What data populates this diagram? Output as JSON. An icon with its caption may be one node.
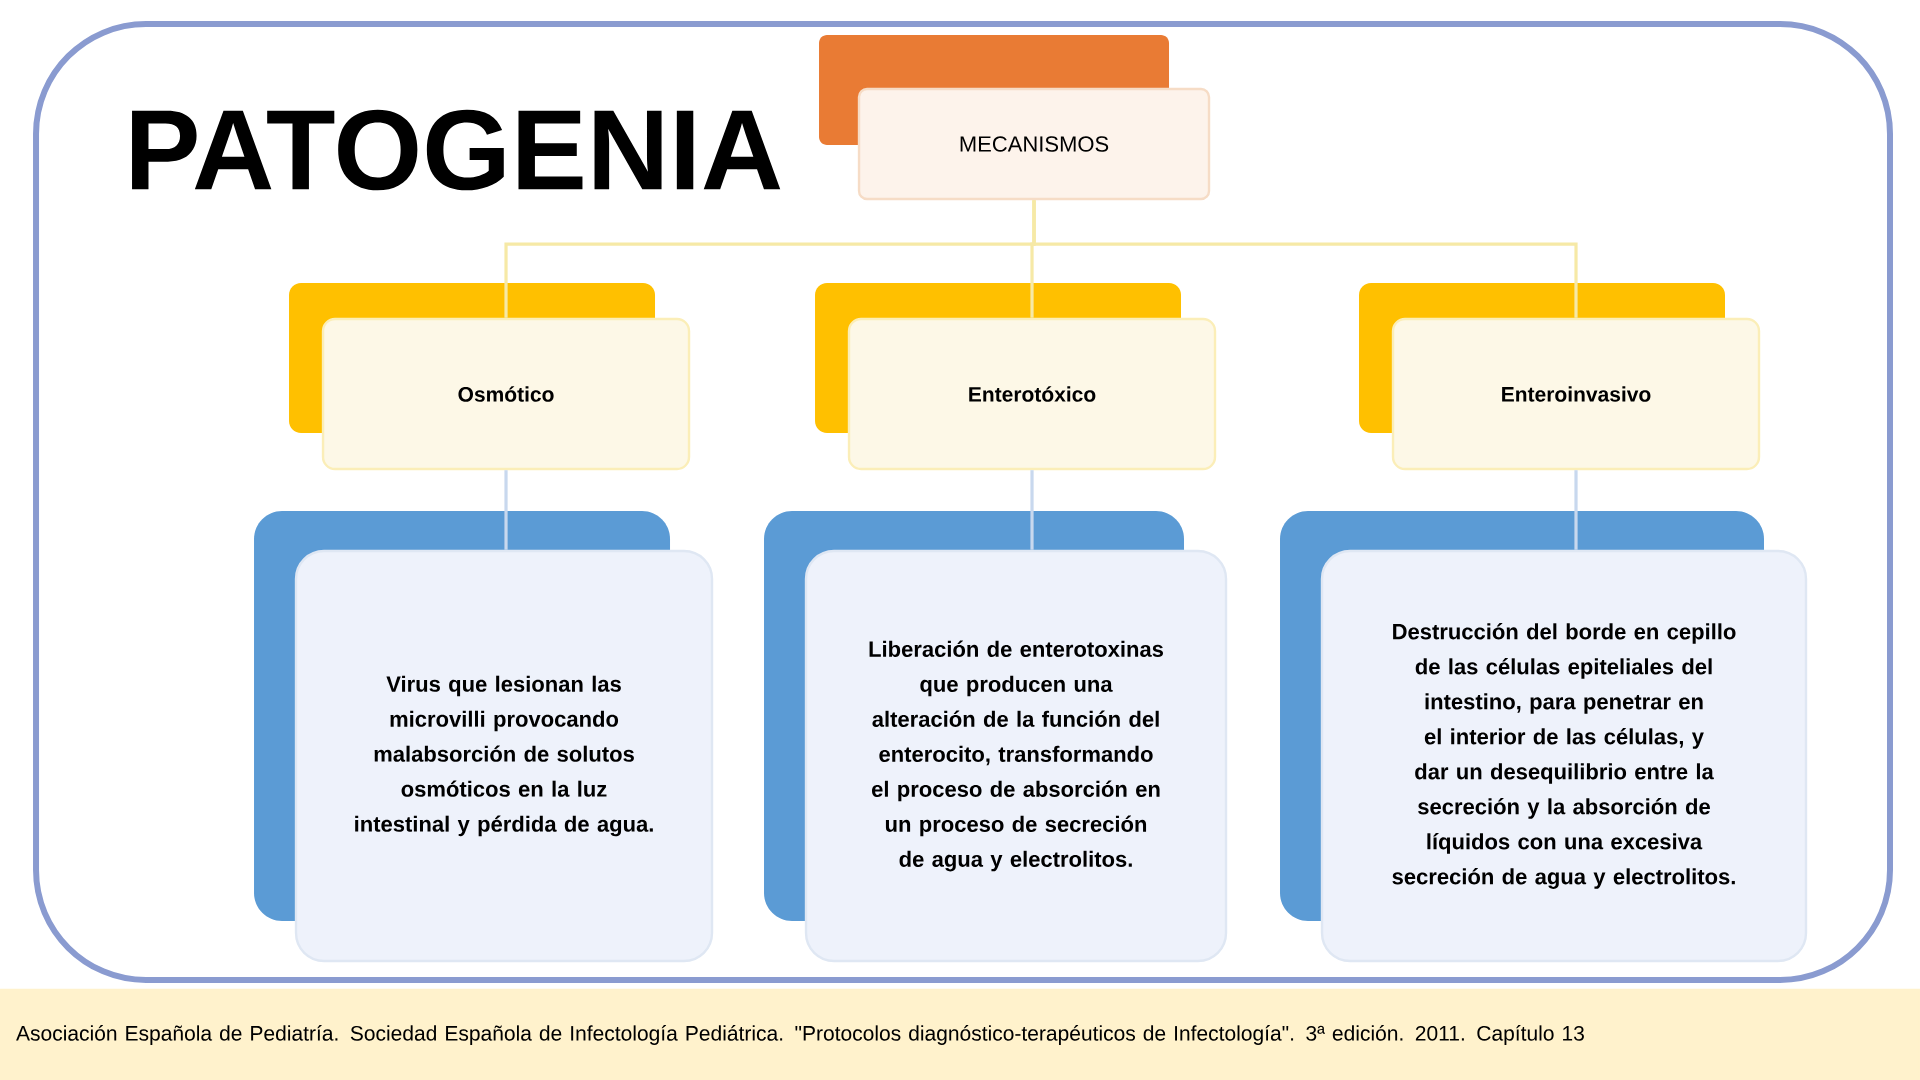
{
  "diagram": {
    "title": "PATOGENIA",
    "nodes": [
      {
        "text": [
          "MECANISMOS"
        ]
      },
      {
        "text": [
          "Osmótico"
        ]
      },
      {
        "text": [
          "Enterotóxico"
        ]
      },
      {
        "text": [
          "Enteroinvasivo"
        ]
      },
      {
        "text": [
          "Virus que lesionan las microvilli provocando malabsorción de solutos osmóticos en la luz intestinal y pérdida de agua."
        ]
      },
      {
        "text": [
          "Liberación de enterotoxinas que producen una alteración de la función del enterocito, transformando el proceso de absorción en un proceso de secreción de agua y electrolitos."
        ]
      },
      {
        "text": [
          "Destrucción del borde en cepillo de las células epiteliales del intestino, para penetrar en el interior de las células, y dar un desequilibrio entre la secreción y la absorción de líquidos con una excesiva secreción de agua y electrolitos."
        ]
      },
      {
        "text": [
          "Asociación Española de Pediatría. Sociedad Española de Infectología Pediátrica. \"Protocolos diagnóstico-terapéuticos de Infectología\". 3ª edición. 2011. Capítulo 13"
        ]
      }
    ],
    "edges": [
      {
        "from": 0,
        "to": 1,
        "arrow": "none",
        "color": "#f6e9a6"
      },
      {
        "from": 0,
        "to": 2,
        "arrow": "none",
        "color": "#f6e9a6"
      },
      {
        "from": 0,
        "to": 3,
        "arrow": "none",
        "color": "#f6e9a6"
      },
      {
        "from": 1,
        "to": 4,
        "arrow": "none",
        "color": "#c8d8ee"
      },
      {
        "from": 2,
        "to": 5,
        "arrow": "none",
        "color": "#c8d8ee"
      },
      {
        "from": 3,
        "to": 6,
        "arrow": "none",
        "color": "#c8d8ee"
      }
    ]
  }
}
